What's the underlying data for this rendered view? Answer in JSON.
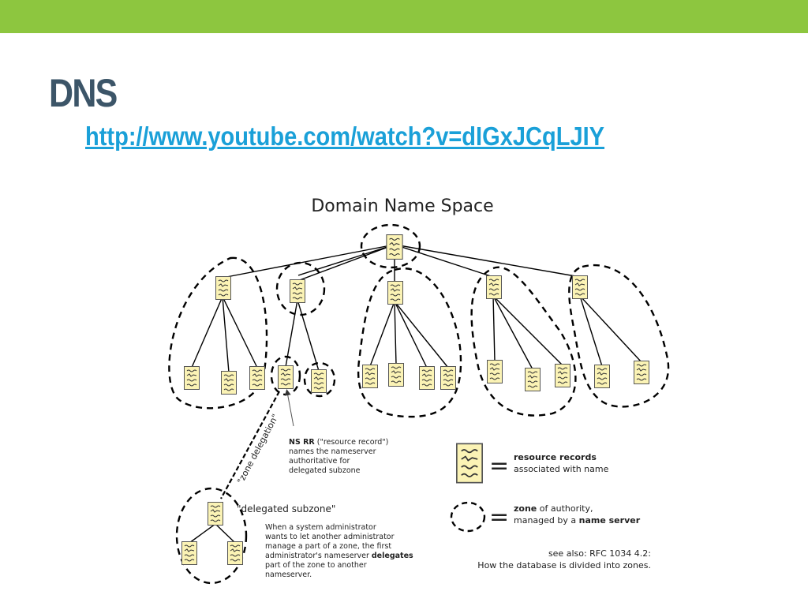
{
  "slide": {
    "title": "DNS",
    "link": "http://www.youtube.com/watch?v=dIGxJCqLJIY"
  },
  "colors": {
    "accent_bar": "#8dc63f",
    "title": "#3c5568",
    "link": "#1aa0d8",
    "record_fill": "#fbf3b5",
    "record_stroke": "#555555",
    "line": "#000000"
  },
  "diagram": {
    "title": "Domain Name Space",
    "ns_rr": {
      "bold": "NS RR",
      "rest": " (\"resource record\")",
      "line2": "names the nameserver",
      "line3": "authoritative for",
      "line4": "delegated subzone"
    },
    "zone_delegation_label": "\"zone delegation\"",
    "delegated_subzone_label": "\"delegated subzone\"",
    "explanation": {
      "line1": "When a system administrator",
      "line2": "wants to let another administrator",
      "line3": "manage a part of a zone, the first",
      "line4_pre": "administrator's nameserver ",
      "line4_bold": "delegates",
      "line5": "part of the zone to another",
      "line6": "nameserver."
    },
    "legend": {
      "equals": "=",
      "records_bold": "resource records",
      "records_line2": "associated with name",
      "zone_bold": "zone",
      "zone_rest": " of authority,",
      "zone_line2_pre": "managed by a ",
      "zone_line2_bold": "name server"
    },
    "see_also": {
      "line1": "see also: RFC 1034 4.2:",
      "line2": "How the database is divided into zones."
    }
  }
}
